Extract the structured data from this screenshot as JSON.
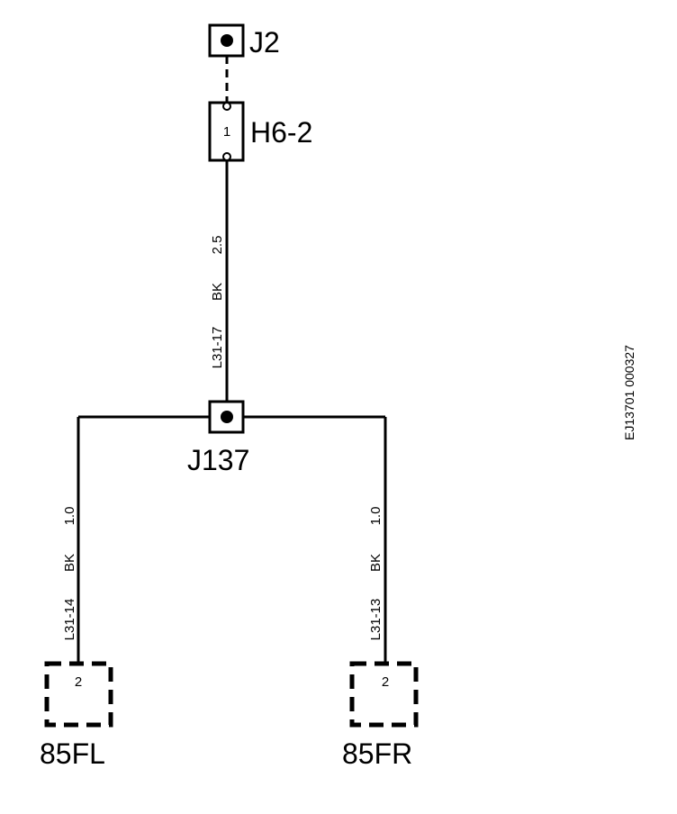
{
  "connectors": {
    "j2": "J2",
    "h6_2": "H6-2",
    "h6_2_pin": "1",
    "j137": "J137",
    "fl": "85FL",
    "fr": "85FR",
    "fl_pin": "2",
    "fr_pin": "2"
  },
  "wires": {
    "main": {
      "circuit": "L31-17",
      "color": "BK",
      "size": "2.5"
    },
    "left": {
      "circuit": "L31-14",
      "color": "BK",
      "size": "1.0"
    },
    "right": {
      "circuit": "L31-13",
      "color": "BK",
      "size": "1.0"
    }
  },
  "figure_code": "EJ13701 000327"
}
